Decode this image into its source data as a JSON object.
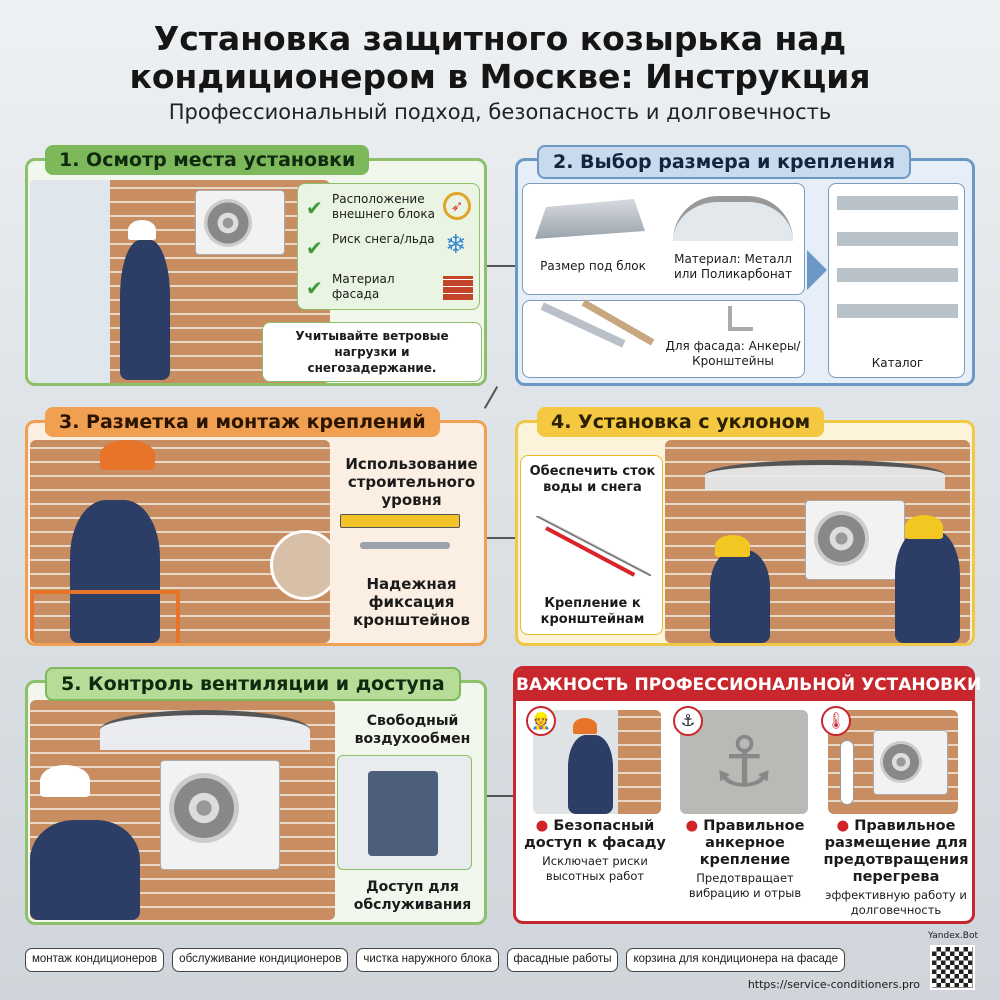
{
  "header": {
    "title_line1": "Установка защитного козырька над",
    "title_line2": "кондиционером в Москве: Инструкция",
    "subtitle": "Профессиональный подход, безопасность и долговечность"
  },
  "step1": {
    "title": "1. Осмотр места установки",
    "checks": [
      {
        "label": "Расположение внешнего блока",
        "icon": "compass-icon"
      },
      {
        "label": "Риск снега/льда",
        "icon": "snowflake-icicle-icon"
      },
      {
        "label": "Материал фасада",
        "icon": "brick-wall-icon"
      }
    ],
    "note": "Учитывайте ветровые нагрузки и снегозадержание.",
    "color": "#7db85a"
  },
  "step2": {
    "title": "2. Выбор размера и крепления",
    "size_label": "Размер под блок",
    "material_label": "Материал: Металл или Поликарбонат",
    "fasteners_label": "Для фасада: Анкеры/Кронштейны",
    "catalog_label": "Каталог",
    "color": "#5d8dc0"
  },
  "step3": {
    "title": "3. Разметка и монтаж креплений",
    "level_label": "Использование строительного уровня",
    "fixing_label": "Надежная фиксация кронштейнов",
    "color": "#e8893a"
  },
  "step4": {
    "title": "4. Установка с уклоном",
    "drain_label": "Обеспечить сток воды и снега",
    "bracket_label": "Крепление к кронштейнам",
    "color": "#e9b92c"
  },
  "step5": {
    "title": "5. Контроль вентиляции и доступа",
    "airflow_label": "Свободный воздухообмен",
    "service_label": "Доступ для обслуживания",
    "color": "#7db85a"
  },
  "importance": {
    "title": "ВАЖНОСТЬ ПРОФЕССИОНАЛЬНОЙ УСТАНОВКИ",
    "color": "#c8272d",
    "items": [
      {
        "icon": "worker-icon",
        "heading": "Безопасный доступ к фасаду",
        "text": "Исключает риски высотных работ"
      },
      {
        "icon": "anchor-icon",
        "heading": "Правильное анкерное крепление",
        "text": "Предотвращает вибрацию и отрыв"
      },
      {
        "icon": "thermometer-icon",
        "heading": "Правильное размещение для предотвращения перегрева",
        "text": "эффективную работу и долговечность"
      }
    ]
  },
  "footer": {
    "tags": [
      "монтаж кондиционеров",
      "обслуживание кондиционеров",
      "чистка наружного блока",
      "фасадные работы",
      "корзина для кондиционера на фасаде"
    ],
    "url": "https://service-conditioners.pro",
    "qr_label": "Yandex.Bot"
  }
}
